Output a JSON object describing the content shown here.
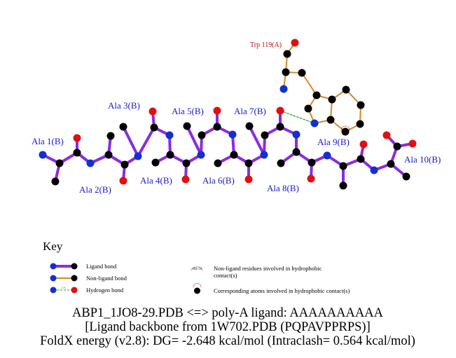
{
  "colors": {
    "ligand_bond": "#8a2be2",
    "nonligand_bond": "#d4892a",
    "hbond": "#2a9a2a",
    "carbon": "#000000",
    "nitrogen": "#1030d0",
    "oxygen": "#e01010",
    "residue_label": "#1a1ad0",
    "nonligand_label": "#b01010"
  },
  "residues": {
    "ala1": "Ala 1(B)",
    "ala2": "Ala 2(B)",
    "ala3": "Ala 3(B)",
    "ala4": "Ala 4(B)",
    "ala5": "Ala 5(B)",
    "ala6": "Ala 6(B)",
    "ala7": "Ala 7(B)",
    "ala8": "Ala 8(B)",
    "ala9": "Ala 9(B)",
    "ala10": "Ala 10(B)",
    "trp": "Trp 119(A)"
  },
  "hbond_distance": "",
  "key": {
    "title": "Key",
    "ligand_bond": "Ligand bond",
    "nonligand_bond": "Non-ligand bond",
    "hydrogen_bond": "Hydrogen bond",
    "hydrogen_bond_sample": "3.0",
    "hydrophobic_residues": "Non-ligand residues involved in hydrophobic contact(s)",
    "hydrophobic_residues_sample": "His 53",
    "hydrophobic_atoms": "Corresponding atoms involved in hydrophobic contact(s)"
  },
  "caption": {
    "line1": "ABP1_1JO8-29.PDB <=> poly-A ligand: AAAAAAAAAA",
    "line2": "[Ligand backbone from 1W702.PDB (PQPAVPPRPS)]",
    "line3": "FoldX energy (v2.8): DG= -2.648 kcal/mol (Intraclash= 0.564 kcal/mol)"
  }
}
